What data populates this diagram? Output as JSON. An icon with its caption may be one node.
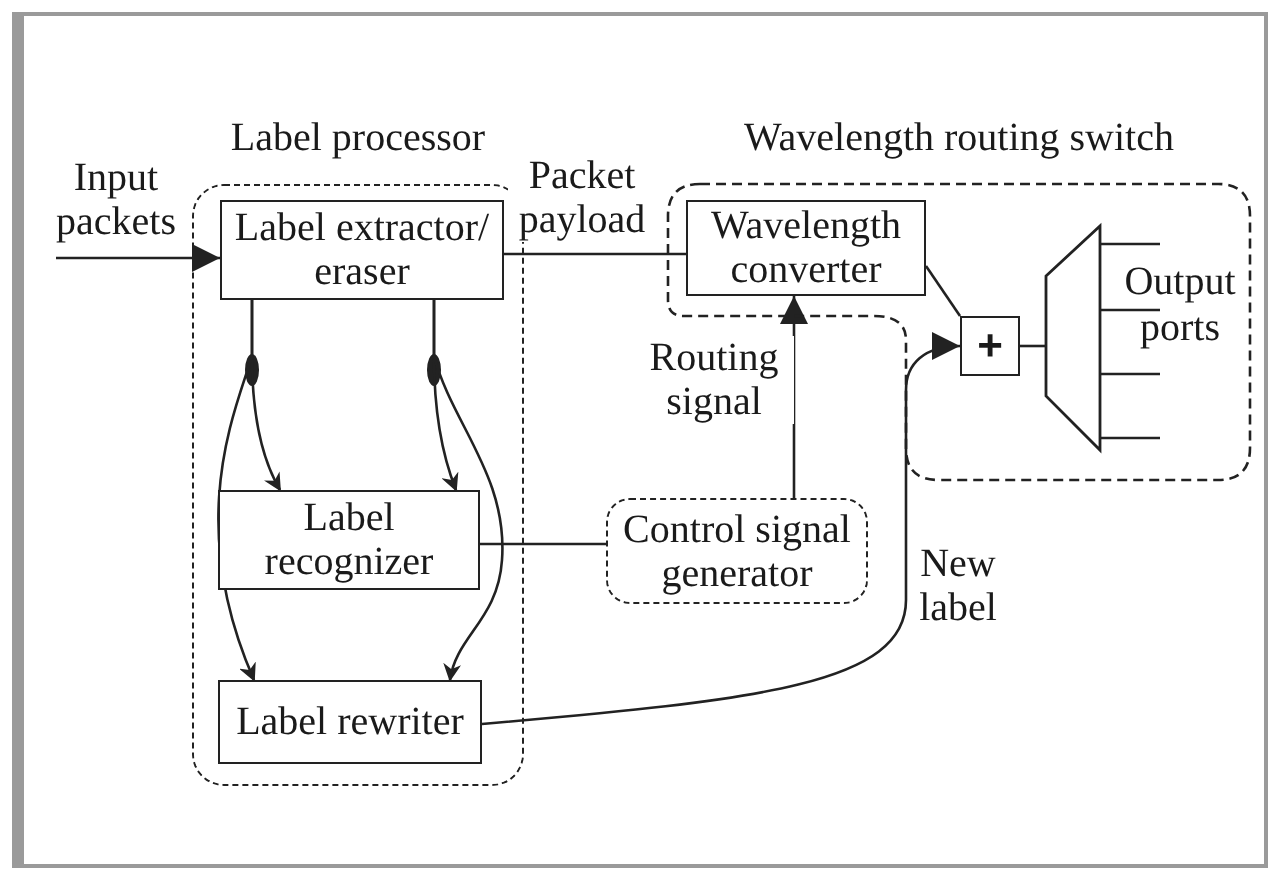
{
  "diagram": {
    "nodes": [
      {
        "text": [
          "Label processor"
        ]
      },
      {
        "text": [
          "Label extractor/ eraser"
        ],
        "in": 0
      },
      {
        "text": [
          "Label recognizer"
        ],
        "in": 0
      },
      {
        "text": [
          "Label rewriter"
        ],
        "in": 0
      },
      {
        "text": [
          "Wavelength routing switch",
          "Output ports"
        ]
      },
      {
        "text": [
          "Wavelength converter"
        ],
        "in": 4
      },
      {
        "text": [
          "Control signal generator"
        ]
      },
      {
        "text": [
          "+"
        ],
        "in": 4
      },
      {
        "text": [],
        "shape": "trapezoid",
        "in": 4
      }
    ],
    "edges": [
      {
        "from": null,
        "to": 1,
        "arrow": "to",
        "label": "Input packets"
      },
      {
        "from": 1,
        "to": 5,
        "arrow": "none",
        "label": "Packet payload"
      },
      {
        "from": 1,
        "to": 2,
        "arrow": "to"
      },
      {
        "from": 1,
        "to": 3,
        "arrow": "to"
      },
      {
        "from": 1,
        "to": 2,
        "arrow": "to"
      },
      {
        "from": 1,
        "to": 3,
        "arrow": "to"
      },
      {
        "from": 2,
        "to": 6,
        "arrow": "none"
      },
      {
        "from": 6,
        "to": 5,
        "arrow": "to",
        "label": "Routing signal"
      },
      {
        "from": 5,
        "to": 7,
        "arrow": "none"
      },
      {
        "from": 3,
        "to": 7,
        "arrow": "to",
        "label": "New label"
      },
      {
        "from": 7,
        "to": 8,
        "arrow": "none"
      },
      {
        "from": 8,
        "to": null,
        "arrow": "none"
      },
      {
        "from": 8,
        "to": null,
        "arrow": "none"
      },
      {
        "from": 8,
        "to": null,
        "arrow": "none"
      },
      {
        "from": 8,
        "to": null,
        "arrow": "none"
      }
    ]
  }
}
